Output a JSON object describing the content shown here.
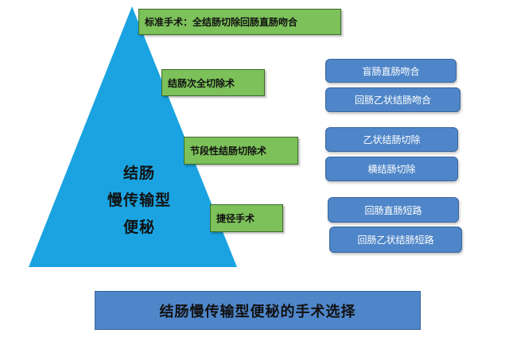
{
  "pyramid": {
    "lines": [
      "结肠",
      "慢传输型",
      "便秘"
    ],
    "fill": "#1aa3e0"
  },
  "procedures": [
    "标准手术：全结肠切除回肠直肠吻合",
    "结肠次全切除术",
    "节段性结肠切除术",
    "捷径手术"
  ],
  "variants": [
    "盲肠直肠吻合",
    "回肠乙状结肠吻合",
    "乙状结肠切除",
    "横结肠切除",
    "回肠直肠短路",
    "回肠乙状结肠短路"
  ],
  "footer_title": "结肠慢传输型便秘的手术选择",
  "colors": {
    "green": "#7cc159",
    "blue": "#4f86c9",
    "pyramid": "#1aa3e0"
  }
}
